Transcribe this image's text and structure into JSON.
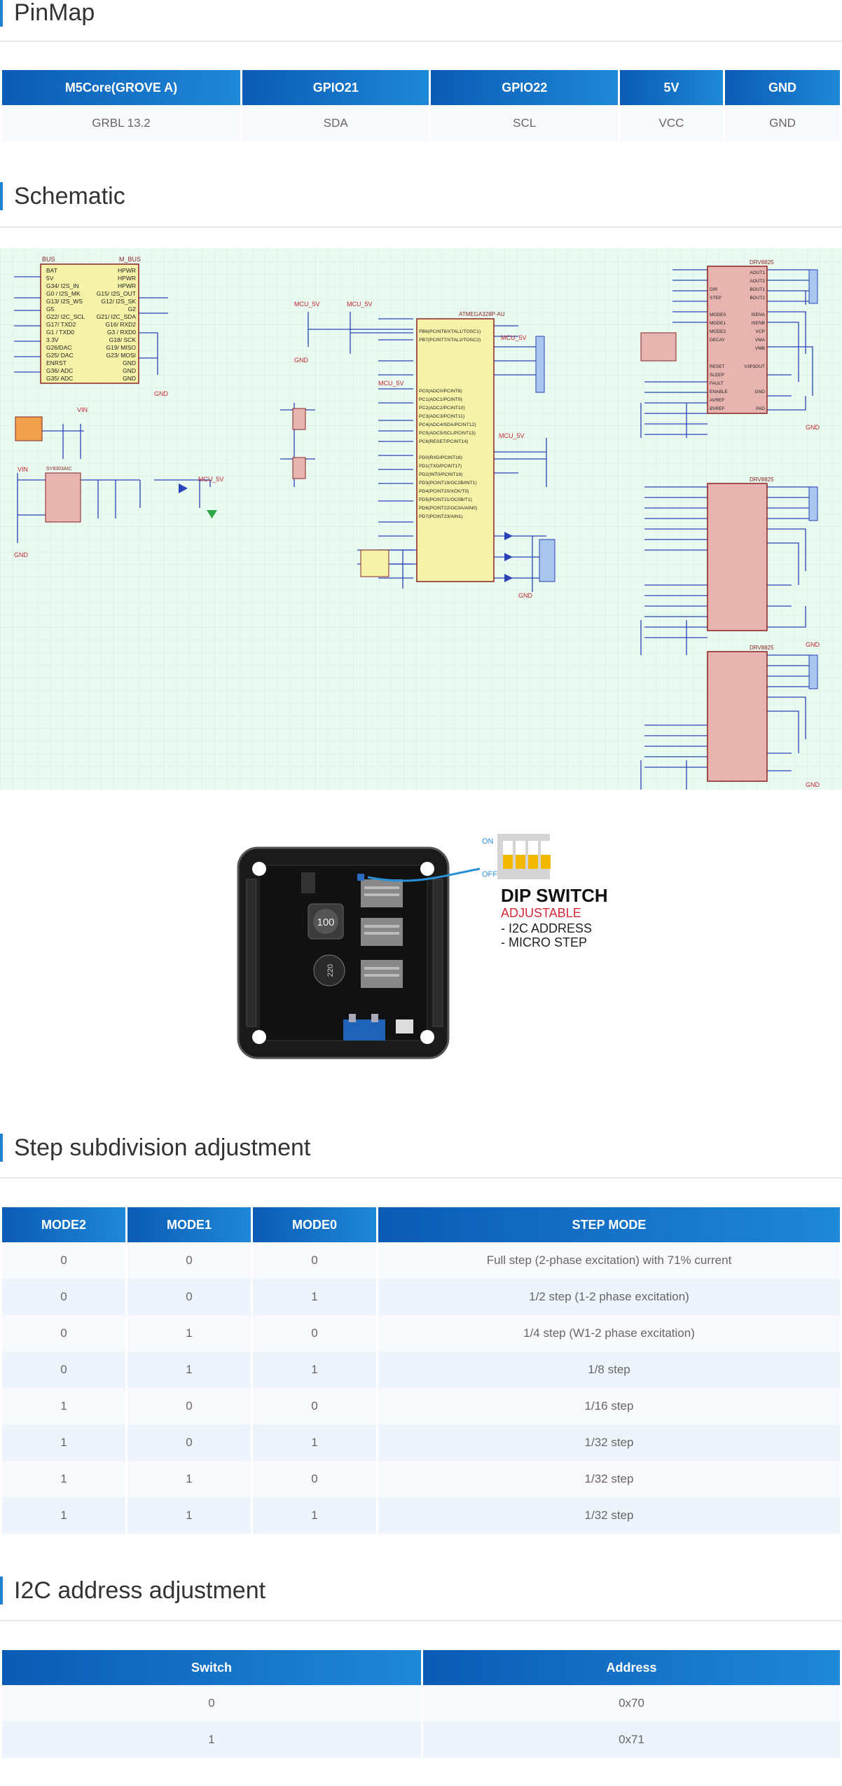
{
  "pinmap": {
    "title": "PinMap",
    "headers": [
      "M5Core(GROVE A)",
      "GPIO21",
      "GPIO22",
      "5V",
      "GND"
    ],
    "rows": [
      [
        "GRBL 13.2",
        "SDA",
        "SCL",
        "VCC",
        "GND"
      ]
    ]
  },
  "schematic": {
    "title": "Schematic",
    "labels": {
      "bus": "BUS",
      "mbus": "M_BUS",
      "mcu5v": "MCU_5V",
      "vin": "VIN",
      "gnd": "GND",
      "chip_mcu": "ATMEGA328P-AU",
      "chip_drv": "DRV8825",
      "chip_pwr": "SY8303AIC",
      "bus_pins": [
        "BAT",
        "5V",
        "G34/ I2S_IN",
        "G0 / I2S_MK",
        "G13/ I2S_WS",
        "G5",
        "G22/ I2C_SCL",
        "G17/ TXD2",
        "G1 / TXD0",
        "3.3V",
        "G26/DAC",
        "G25/ DAC",
        "ENRST",
        "G36/ ADC",
        "G35/ ADC"
      ],
      "bus_right": [
        "HPWR",
        "HPWR",
        "HPWR",
        "G15/ I2S_OUT",
        "G12/ I2S_SK",
        "G2",
        "G21/ I2C_SDA",
        "G16/ RXD2",
        "G3 / RXD0",
        "G18/ SCK",
        "G19/ MISO",
        "G23/ MOSI",
        "GND",
        "GND",
        "GND"
      ],
      "mcu_pins": [
        "PB6(PCINT6/XTAL1/TOSC1)",
        "PB7(PCINT7/XTAL2/TOSC2)",
        "PC0(ADC0/PCINT8)",
        "PC1(ADC1/PCINT9)",
        "PC2(ADC2/PCINT10)",
        "PC3(ADC3/PCINT11)",
        "PC4(ADC4/SDA/PCINT12)",
        "PC5(ADC5/SCL/PCINT13)",
        "PC6(RESET/PCINT14)",
        "PD0(RXD/PCINT16)",
        "PD1(TXD/PCINT17)",
        "PD2(INT0/PCINT18)",
        "PD3(PCINT19/OC2B/INT1)",
        "PD4(PCINT20/XCK/T0)",
        "PD5(PCINT21/OC0B/T1)",
        "PD6(PCINT22/OC0A/AIN0)",
        "PD7(PCINT23/AIN1)"
      ],
      "drv_pins": [
        "DIR",
        "STEP",
        "MODE0",
        "MODE1",
        "MODE2",
        "DECAY",
        "RESET",
        "SLEEP",
        "FAULT",
        "ENABLE",
        "AVREF",
        "BVREF"
      ],
      "drv_right": [
        "AOUT1",
        "AOUT2",
        "BOUT1",
        "BOUT2",
        "ISENA",
        "ISENB",
        "VCP",
        "VMA",
        "VMB",
        "V3P3OUT",
        "GND",
        "PAD"
      ]
    }
  },
  "product": {
    "on": "ON",
    "off": "OFF",
    "headline": "DIP SWITCH",
    "sub": "ADJUSTABLE",
    "items": [
      "- I2C ADDRESS",
      "- MICRO STEP"
    ],
    "inductor": "100",
    "cap": "220"
  },
  "step": {
    "title": "Step subdivision adjustment",
    "headers": [
      "MODE2",
      "MODE1",
      "MODE0",
      "STEP MODE"
    ],
    "rows": [
      [
        "0",
        "0",
        "0",
        "Full step (2-phase excitation) with 71% current"
      ],
      [
        "0",
        "0",
        "1",
        "1/2 step (1-2 phase excitation)"
      ],
      [
        "0",
        "1",
        "0",
        "1/4 step (W1-2 phase excitation)"
      ],
      [
        "0",
        "1",
        "1",
        "1/8 step"
      ],
      [
        "1",
        "0",
        "0",
        "1/16 step"
      ],
      [
        "1",
        "0",
        "1",
        "1/32 step"
      ],
      [
        "1",
        "1",
        "0",
        "1/32 step"
      ],
      [
        "1",
        "1",
        "1",
        "1/32 step"
      ]
    ]
  },
  "i2c": {
    "title": "I2C address adjustment",
    "headers": [
      "Switch",
      "Address"
    ],
    "rows": [
      [
        "0",
        "0x70"
      ],
      [
        "1",
        "0x71"
      ]
    ]
  },
  "colors": {
    "accent": "#1f7fd0",
    "schematic_bg": "#e9faf1",
    "chip_fill": "#e8b4b0",
    "wire": "#2a43b8"
  }
}
